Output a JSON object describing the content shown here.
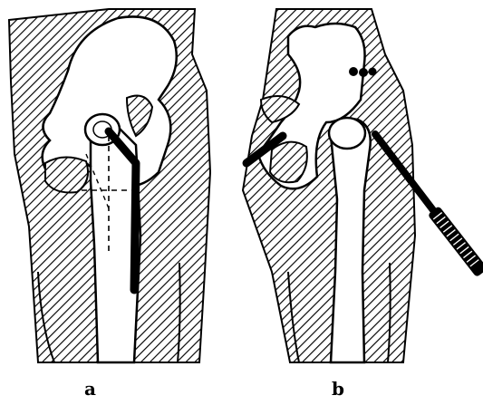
{
  "panels": [
    {
      "id": "a",
      "label": "a"
    },
    {
      "id": "b",
      "label": "b"
    }
  ],
  "colors": {
    "ink": "#000000",
    "paper": "#ffffff"
  }
}
